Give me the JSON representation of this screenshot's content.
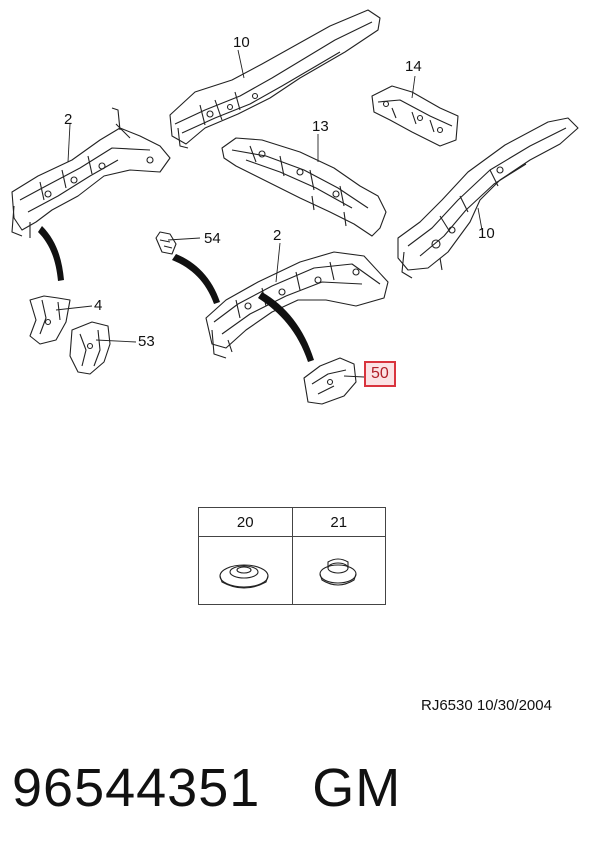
{
  "diagram": {
    "callouts": {
      "rail_upper_left": "10",
      "bracket_upper_right": "14",
      "member_center": "13",
      "rail_right": "10",
      "rail_left": "2",
      "rail_center": "2",
      "bracket_small": "54",
      "clip_4": "4",
      "bracket_53": "53",
      "bracket_50_highlighted": "50"
    },
    "highlight_color": "#d9343e",
    "hardware_table": {
      "columns": [
        "20",
        "21"
      ],
      "icons": [
        "grommet-icon",
        "grommet-icon"
      ]
    },
    "reference": "RJ6530  10/30/2004",
    "part_number": "96544351",
    "brand": "GM"
  }
}
